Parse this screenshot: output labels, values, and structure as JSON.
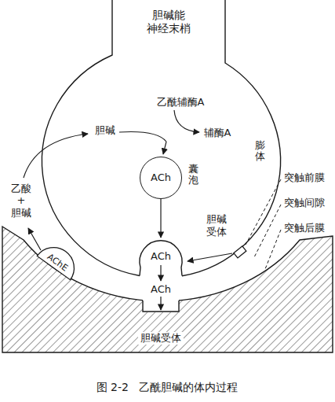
{
  "diagram": {
    "caption": "图 2-2   乙酰胆碱的体内过程",
    "nodes": [
      {
        "text": [
          "ACh"
        ]
      },
      {
        "text": [
          "ACh"
        ]
      },
      {
        "text": [
          "AChE"
        ]
      }
    ],
    "edges": [
      {
        "from": 0,
        "to": 1,
        "arrow": "to"
      }
    ],
    "labels": [
      "胆碱能 神经末梢",
      "乙酰辅酶A",
      "胆碱",
      "辅酶A",
      "囊泡",
      "膨体",
      "胆碱 受体",
      "突触前膜",
      "突触间隙",
      "突触后膜",
      "乙酸 + 胆碱",
      "ACh",
      "胆碱受体"
    ]
  }
}
